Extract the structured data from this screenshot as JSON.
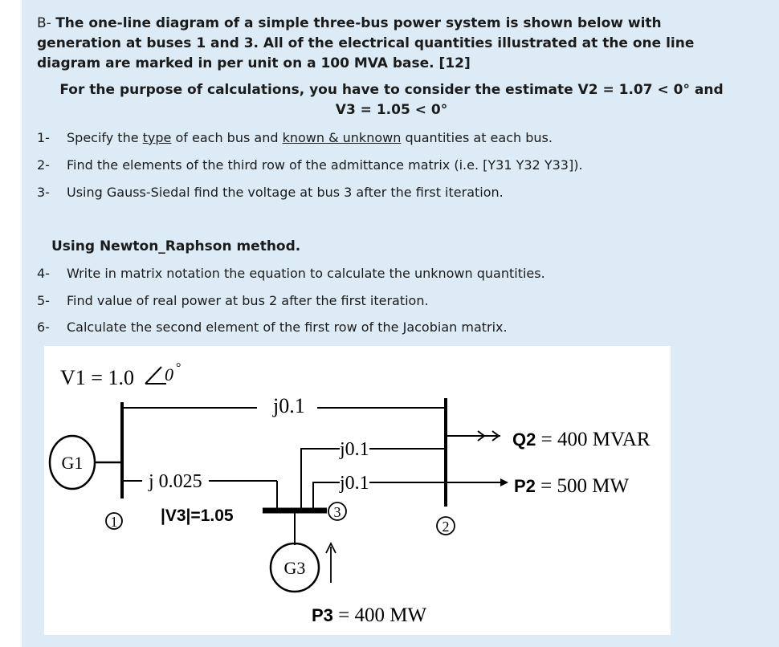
{
  "question": {
    "prefix": "B- ",
    "title": "The one-line diagram of a simple three-bus power system is shown below with generation at buses 1 and 3. All of the electrical quantities illustrated at the one line diagram are marked in per unit on a 100 MVA base. [12]",
    "estimate_line1": "For the purpose of calculations, you have to consider the estimate  V2 = 1.07 < 0° and",
    "estimate_line2": "V3 = 1.05 < 0°"
  },
  "items": [
    {
      "num": "1-",
      "before": "Specify the ",
      "u1": "type",
      "mid": " of each bus and ",
      "u2": "known & unknown",
      "after": " quantities at each bus."
    },
    {
      "num": "2-",
      "text": "Find the elements of the third row of the admittance matrix (i.e. [Y31  Y32  Y33])."
    },
    {
      "num": "3-",
      "text": "Using Gauss-Siedal find the voltage at bus 3 after the first iteration."
    },
    {
      "num": "4-",
      "text": "Write in matrix notation the equation to calculate the unknown quantities."
    },
    {
      "num": "5-",
      "text": "Find value of real power at bus 2 after the first iteration."
    },
    {
      "num": "6-",
      "text": "Calculate the second element of the first row of the Jacobian matrix."
    }
  ],
  "newton_heading": "Using Newton_Raphson method.",
  "diagram": {
    "v1": "V1 = 1.0",
    "v1_angle": "0",
    "v1_deg": "°",
    "z12": "j0.1",
    "z23a": "j0.1",
    "z23b": "j0.1",
    "z13": "j 0.025",
    "v3_mag": "|V3|=1.05",
    "g1": "G1",
    "g3": "G3",
    "bus1": "1",
    "bus2": "2",
    "bus3": "3",
    "q2": "Q2 = 400 MVAR",
    "p2": "P2 = 500 MW",
    "p3": "P3 = 400 MW"
  }
}
